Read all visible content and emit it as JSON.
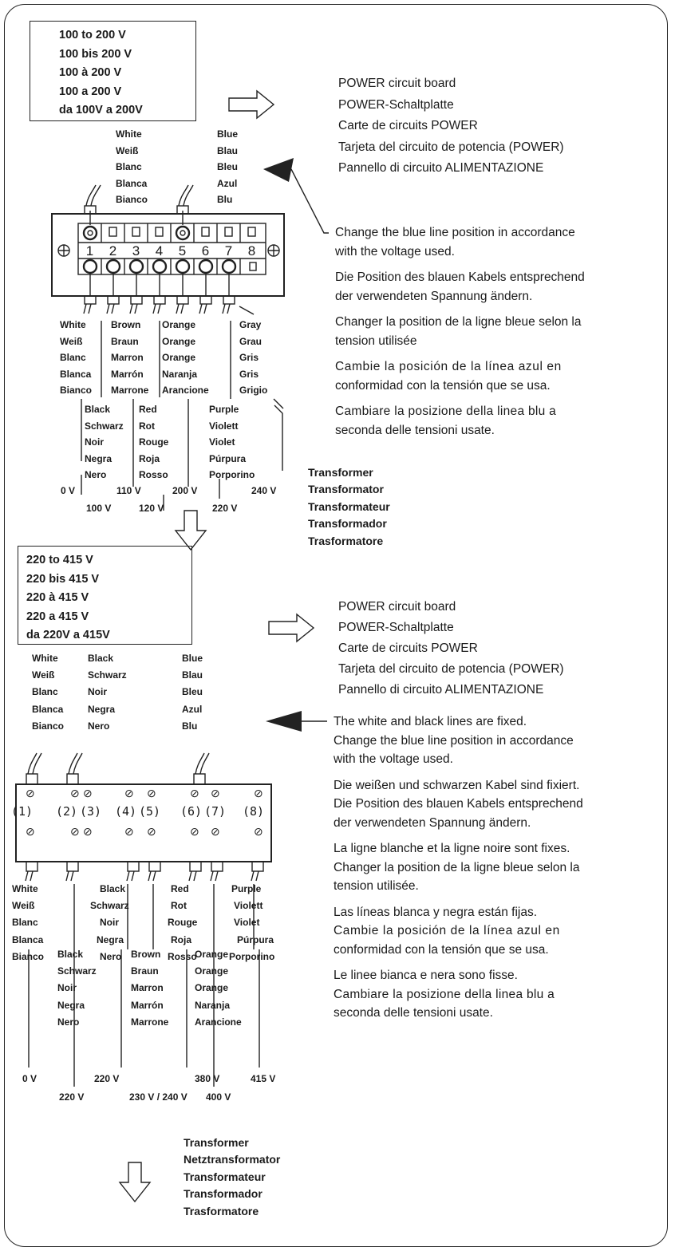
{
  "top": {
    "voltage_range": [
      "100 to 200 V",
      "100 bis 200 V",
      "100 à 200 V",
      "100 a 200 V",
      "da 100V a 200V"
    ],
    "board_label": [
      "POWER circuit board",
      "POWER-Schaltplatte",
      "Carte de circuits POWER",
      "Tarjeta del circuito  de potencia (POWER)",
      "Pannello di circuito ALIMENTAZIONE"
    ],
    "white_label": [
      "White",
      "Weiß",
      "Blanc",
      "Blanca",
      "Bianco"
    ],
    "blue_label": [
      "Blue",
      "Blau",
      "Bleu",
      "Azul",
      "Blu"
    ],
    "terminal_numbers": [
      "1",
      "2",
      "3",
      "4",
      "5",
      "6",
      "7",
      "8"
    ],
    "notes": [
      [
        "Change the blue line position in accordance",
        "with the voltage used."
      ],
      [
        "Die Position des blauen Kabels entsprechend",
        "der verwendeten Spannung ändern."
      ],
      [
        "Changer la position de la ligne bleue selon la",
        "tension utilisée"
      ],
      [
        "Cambie la posición de la línea azul en",
        "conformidad con la tensión que se usa."
      ],
      [
        "Cambiare la posizione della linea blu a",
        "seconda delle tensioni usate."
      ]
    ],
    "wires_row1": {
      "white": [
        "White",
        "Weiß",
        "Blanc",
        "Blanca",
        "Bianco"
      ],
      "brown": [
        "Brown",
        "Braun",
        "Marron",
        "Marrón",
        "Marrone"
      ],
      "orange": [
        "Orange",
        "Orange",
        "Orange",
        "Naranja",
        "Arancione"
      ],
      "gray": [
        "Gray",
        "Grau",
        "Gris",
        "Gris",
        "Grigio"
      ]
    },
    "wires_row2": {
      "black": [
        "Black",
        "Schwarz",
        "Noir",
        "Negra",
        "Nero"
      ],
      "red": [
        "Red",
        "Rot",
        "Rouge",
        "Roja",
        "Rosso"
      ],
      "purple": [
        "Purple",
        "Violett",
        "Violet",
        "Púrpura",
        "Porporino"
      ]
    },
    "voltages_upper": [
      "0 V",
      "110 V",
      "200 V",
      "240 V"
    ],
    "voltages_lower": [
      "100 V",
      "120 V",
      "220 V"
    ],
    "transformer": [
      "Transformer",
      "Transformator",
      "Transformateur",
      "Transformador",
      "Trasformatore"
    ]
  },
  "bottom": {
    "voltage_range": [
      "220 to 415 V",
      "220 bis 415 V",
      "220 à 415 V",
      "220 a 415 V",
      "da 220V a 415V"
    ],
    "board_label": [
      "POWER circuit board",
      "POWER-Schaltplatte",
      "Carte de circuits POWER",
      "Tarjeta del circuito de potencia (POWER)",
      "Pannello di circuito ALIMENTAZIONE"
    ],
    "white_label": [
      "White",
      "Weiß",
      "Blanc",
      "Blanca",
      "Bianco"
    ],
    "black_label": [
      "Black",
      "Schwarz",
      "Noir",
      "Negra",
      "Nero"
    ],
    "blue_label": [
      "Blue",
      "Blau",
      "Bleu",
      "Azul",
      "Blu"
    ],
    "terminal_numbers": [
      "(1)",
      "(2)",
      "(3)",
      "(4)",
      "(5)",
      "(6)",
      "(7)",
      "(8)"
    ],
    "notes": [
      [
        "The white and black lines are fixed.",
        "Change the blue line position in accordance",
        "with the voltage used."
      ],
      [
        "Die weißen und schwarzen Kabel sind fixiert.",
        "Die Position des blauen Kabels entsprechend",
        "der verwendeten Spannung ändern."
      ],
      [
        "La ligne blanche et la ligne noire sont fixes.",
        "Changer la position de la ligne bleue selon la",
        "tension utilisée."
      ],
      [
        "Las líneas blanca y negra están fijas.",
        "Cambie la posición de la línea azul en",
        "conformidad con la tensión que se usa."
      ],
      [
        "Le linee bianca e nera sono fisse.",
        "Cambiare la posizione della linea blu a",
        "seconda delle tensioni usate."
      ]
    ],
    "wires_row1": {
      "white": [
        "White",
        "Weiß",
        "Blanc",
        "Blanca",
        "Bianco"
      ],
      "black": [
        "Black",
        "Schwarz",
        "Noir",
        "Negra",
        "Nero"
      ],
      "red": [
        "Red",
        "Rot",
        "Rouge",
        "Roja",
        "Rosso"
      ],
      "purple": [
        "Purple",
        "Violett",
        "Violet",
        "Púrpura",
        "Porporino"
      ]
    },
    "wires_row2": {
      "black": [
        "Black",
        "Schwarz",
        "Noir",
        "Negra",
        "Nero"
      ],
      "brown": [
        "Brown",
        "Braun",
        "Marron",
        "Marrón",
        "Marrone"
      ],
      "orange": [
        "Orange",
        "Orange",
        "Orange",
        "Naranja",
        "Arancione"
      ]
    },
    "voltages_upper": [
      "0 V",
      "220 V",
      "380 V",
      "415 V"
    ],
    "voltages_lower": [
      "220 V",
      "230 V / 240 V",
      "400 V"
    ],
    "transformer": [
      "Transformer",
      "Netztransformator",
      "Transformateur",
      "Transformador",
      "Trasformatore"
    ]
  }
}
